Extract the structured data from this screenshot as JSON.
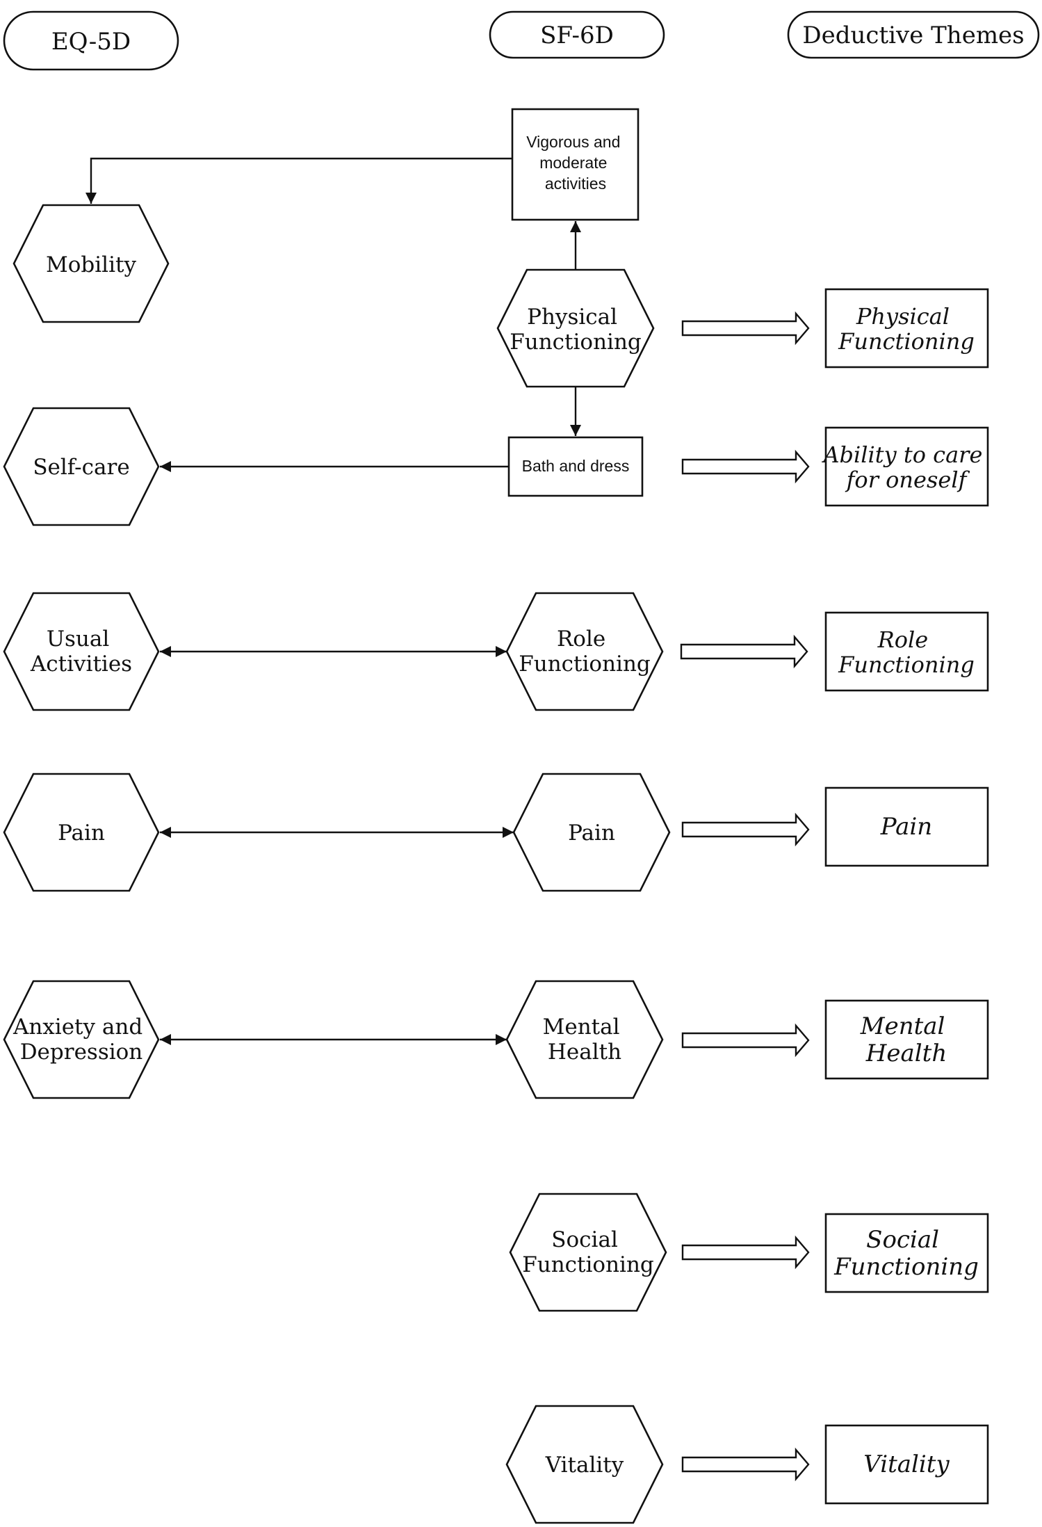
{
  "headers": {
    "eq5d": "EQ-5D",
    "sf6d": "SF-6D",
    "themes": "Deductive Themes"
  },
  "eq5d": {
    "mobility": "Mobility",
    "self_care": "Self-care",
    "usual_activities": [
      "Usual",
      "Activities"
    ],
    "pain": "Pain",
    "anxiety_depression": [
      "Anxiety and",
      "Depression"
    ]
  },
  "sf6d": {
    "vigorous": [
      "Vigorous and",
      "moderate",
      "activities"
    ],
    "physical_functioning": [
      "Physical",
      "Functioning"
    ],
    "bath_dress": "Bath and dress",
    "role_functioning": [
      "Role",
      "Functioning"
    ],
    "pain": "Pain",
    "mental_health": [
      "Mental",
      "Health"
    ],
    "social_functioning": [
      "Social",
      "Functioning"
    ],
    "vitality": "Vitality"
  },
  "themes": {
    "physical_functioning": [
      "Physical",
      "Functioning"
    ],
    "ability_care": [
      "Ability to care",
      "for oneself"
    ],
    "role_functioning": [
      "Role",
      "Functioning"
    ],
    "pain": "Pain",
    "mental_health": [
      "Mental",
      "Health"
    ],
    "social_functioning": [
      "Social",
      "Functioning"
    ],
    "vitality": "Vitality"
  }
}
